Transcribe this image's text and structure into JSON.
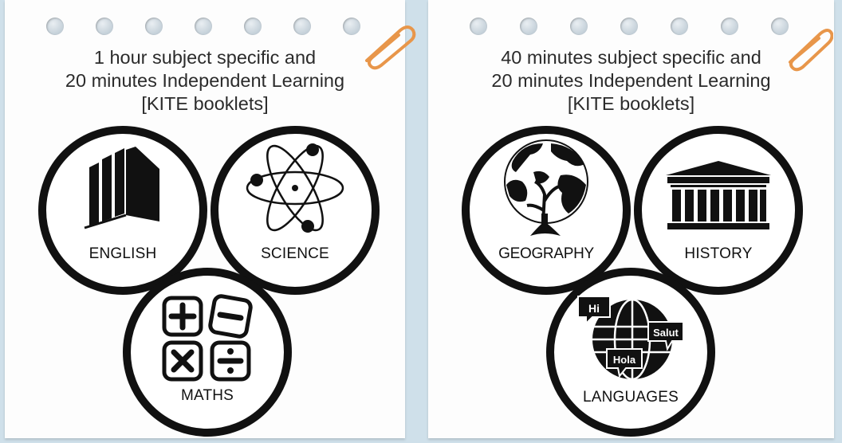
{
  "left_card": {
    "heading_line1": "1 hour subject specific and",
    "heading_line2": "20 minutes Independent Learning",
    "heading_line3": "[KITE booklets]",
    "subjects": {
      "english": {
        "label": "ENGLISH",
        "icon": "books-icon"
      },
      "science": {
        "label": "SCIENCE",
        "icon": "atom-icon"
      },
      "maths": {
        "label": "MATHS",
        "icon": "math-symbols-icon"
      }
    }
  },
  "right_card": {
    "heading_line1": "40 minutes subject specific and",
    "heading_line2": "20 minutes Independent Learning",
    "heading_line3": "[KITE booklets]",
    "subjects": {
      "geography": {
        "label": "GEOGRAPHY",
        "icon": "globe-tree-icon"
      },
      "history": {
        "label": "HISTORY",
        "icon": "greek-temple-icon"
      },
      "languages": {
        "label": "LANGUAGES",
        "icon": "speech-globe-icon",
        "bubbles": [
          "Hi",
          "Salut",
          "Hola"
        ]
      }
    }
  },
  "colors": {
    "background": "#cfe0ea",
    "card": "#fdfdfd",
    "ink": "#111111",
    "paperclip": "#e8964a"
  }
}
